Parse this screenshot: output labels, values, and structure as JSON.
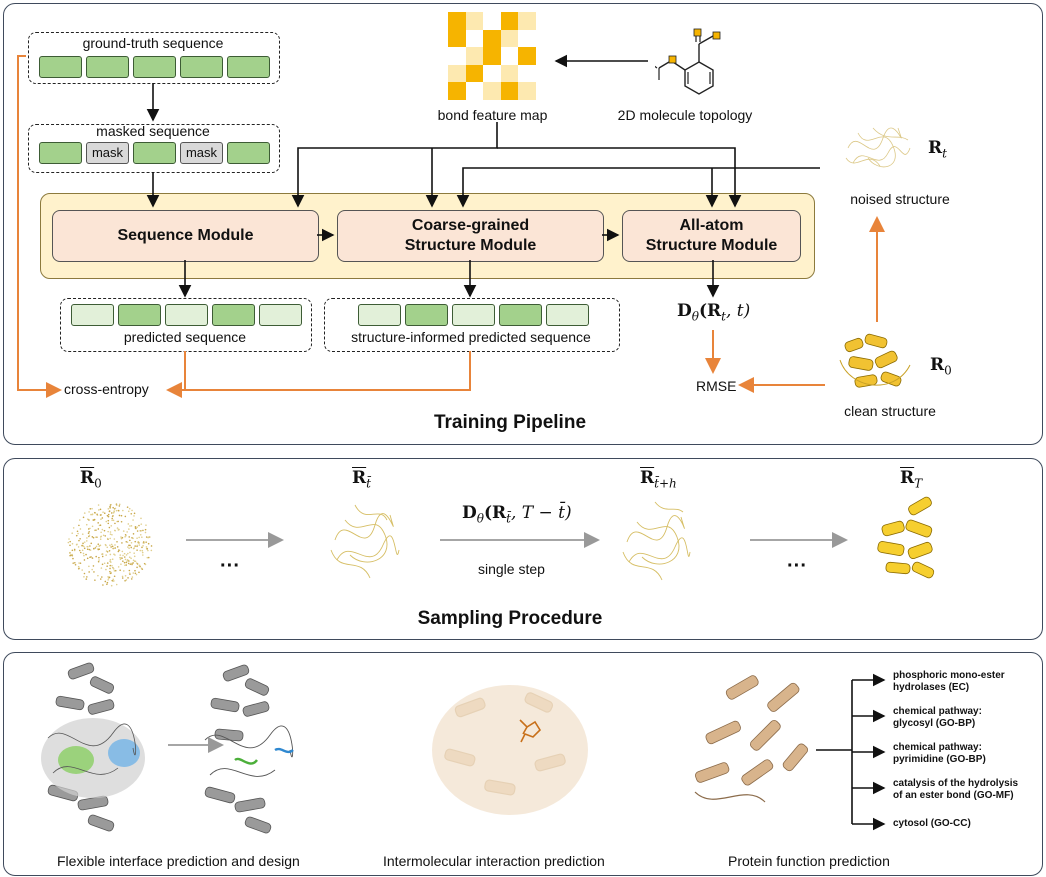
{
  "training": {
    "title": "Training Pipeline",
    "gt_sequence_label": "ground-truth sequence",
    "masked_sequence_label": "masked sequence",
    "mask_token": "mask",
    "bond_feature_map_label": "bond feature map",
    "molecule_label": "2D molecule topology",
    "noised_structure_label": "noised structure",
    "clean_structure_label": "clean structure",
    "rt_symbol": "R",
    "rt_sub": "t",
    "r0_symbol": "R",
    "r0_sub": "0",
    "sequence_module": "Sequence Module",
    "cg_module_line1": "Coarse-grained",
    "cg_module_line2": "Structure Module",
    "aa_module_line1": "All-atom",
    "aa_module_line2": "Structure Module",
    "predicted_sequence_label": "predicted sequence",
    "structure_informed_label": "structure-informed predicted sequence",
    "d_theta_expr": "D",
    "d_theta_sub": "θ",
    "d_theta_args": "(R",
    "d_theta_args_sub": "t",
    "d_theta_args_tail": ", t)",
    "cross_entropy_label": "cross-entropy",
    "rmse_label": "RMSE"
  },
  "sampling": {
    "title": "Sampling Procedure",
    "r0": "R",
    "r0_sub": "0",
    "rt": "R",
    "rt_sub": "t̄",
    "rth": "R",
    "rth_sub": "t̄+h",
    "rT": "R",
    "rT_sub": "T",
    "ellipsis": "···",
    "step_expr": "D",
    "step_sub": "θ",
    "step_args": "(R",
    "step_args_sub": "t̄",
    "step_args_tail": ", T − t̄)",
    "single_step_label": "single step"
  },
  "applications": {
    "interface_label": "Flexible interface prediction and design",
    "intermolecular_label": "Intermolecular interaction prediction",
    "function_label": "Protein function prediction",
    "functions": [
      "phosphoric mono-ester\nhydrolases (EC)",
      "chemical pathway:\nglycosyl (GO-BP)",
      "chemical pathway:\npyrimidine (GO-BP)",
      "catalysis of the hydrolysis\nof an ester bond (GO-MF)",
      "cytosol (GO-CC)"
    ]
  },
  "colors": {
    "panel_border": "#3f4a5c",
    "orange_arrow": "#e8843a",
    "module_fill": "#fbe5d6",
    "container_fill": "#fff2cc",
    "token_dark": "#a3d18c",
    "token_light": "#e2f0d9",
    "heatmap_dark": "#f6b400",
    "heatmap_light": "#fff2cc"
  },
  "tokens": {
    "ground_truth": [
      "dark",
      "dark",
      "dark",
      "dark",
      "dark"
    ],
    "masked": [
      "dark",
      "mask",
      "dark",
      "mask",
      "dark"
    ],
    "predicted": [
      "light",
      "dark",
      "light",
      "dark",
      "light"
    ],
    "structure_informed": [
      "light",
      "dark",
      "light",
      "dark",
      "light"
    ]
  },
  "heatmap_levels": [
    [
      2,
      1,
      0,
      2,
      1
    ],
    [
      2,
      0,
      2,
      1,
      0
    ],
    [
      0,
      1,
      2,
      0,
      2
    ],
    [
      1,
      2,
      0,
      1,
      0
    ],
    [
      2,
      0,
      1,
      2,
      1
    ]
  ]
}
